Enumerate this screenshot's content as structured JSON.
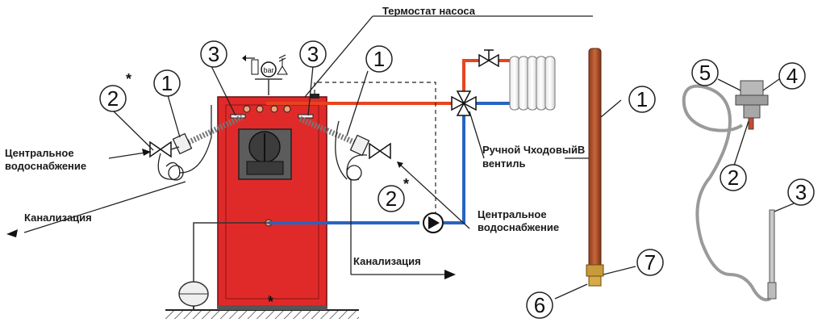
{
  "labels": {
    "pump_thermostat": "Термостат насоса",
    "central_water_left_1": "Центральное",
    "central_water_left_2": "водоснабжение",
    "sewer_left": "Канализация",
    "manual_valve_1": "Ручной ЧходовыйВ",
    "manual_valve_2": "вентиль",
    "central_water_right_1": "Центральное",
    "central_water_right_2": "водоснабжение",
    "sewer_bottom": "Канализация",
    "bar_gauge": "bar"
  },
  "callouts": {
    "c_left_2": "2",
    "c_left_1": "1",
    "c_top_3a": "3",
    "c_top_3b": "3",
    "c_top_1": "1",
    "c_mid_2": "2",
    "c_rod_1": "1",
    "c_rod_7": "7",
    "c_rod_6": "6",
    "c_kit_5": "5",
    "c_kit_4": "4",
    "c_kit_2": "2",
    "c_kit_3": "3",
    "star_a": "*",
    "star_b": "*",
    "star_c": "*"
  },
  "colors": {
    "boiler_red": "#e02a2a",
    "hot_pipe": "#e8441f",
    "cold_pipe": "#2764c2",
    "rod_copper": "#b5502a"
  }
}
